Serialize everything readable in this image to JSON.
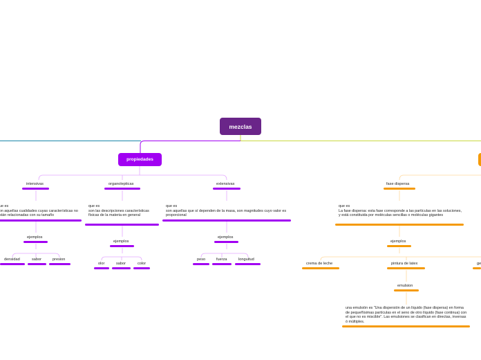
{
  "root": {
    "label": "mezclas",
    "color": "#6a2589"
  },
  "branches": {
    "left_line_color": "#1a86a8",
    "right_line_color": "#c9d940"
  },
  "propiedades": {
    "label": "propiedades",
    "color": "#a100f2",
    "children": {
      "intensivas": {
        "label": "intensivas",
        "desc": "que es\nson aquellas cualidades cuyas características no están relacionadas con su tamaño",
        "ejemplos": "ejemplos",
        "items": [
          "densidad",
          "sabor",
          "presion"
        ]
      },
      "organolepticas": {
        "label": "organolepticas",
        "desc": "que es\nson las descripciones características físicas de la materia en general",
        "ejemplos": "ejemplos",
        "items": [
          "olor",
          "sabor",
          "color"
        ]
      },
      "extensivas": {
        "label": "extensivas",
        "desc": "que es\nson aquellas que sí dependen de la masa, son magnitudes cuyo valor es proporcional",
        "ejemplos": "ejemplos",
        "items": [
          "peso",
          "fuerza",
          "longuitud"
        ]
      }
    }
  },
  "right_branch": {
    "color": "#f59a05",
    "fase_dispersa": {
      "label": "fase dispersa",
      "desc": "que es\nLa fase dispersa: esta fase corresponde a las partículas en las soluciones, y está constituida por moléculas sencillas o moléculas gigantes",
      "ejemplos": "ejemplos",
      "items": [
        "crema de leche",
        "pintura de latex",
        "ge"
      ],
      "emulsion": {
        "label": "emulsion",
        "desc": "una emulsión es \"Una dispersión de un líquido (fase dispersa) en forma de pequeñísimas partículas en el seno de otro líquido (fase continua) con el que no es miscible\". Las emulsiones se clasifican en directas, inversas ó múltiples."
      }
    }
  }
}
